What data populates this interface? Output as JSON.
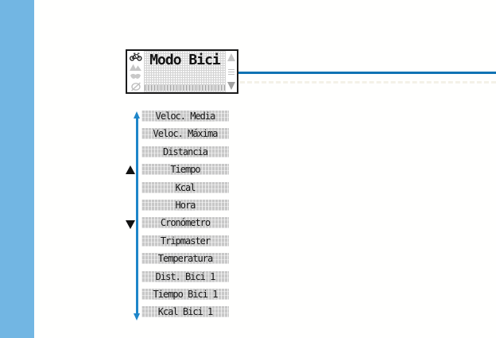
{
  "device_screen": {
    "title": "Modo Bici",
    "sidebar_icons": [
      "bike-icon",
      "mountains-icon",
      "hands-icon",
      "compass-icon"
    ],
    "scrollbar": {
      "up_icon": "scroll-up-icon",
      "down_icon": "scroll-down-icon",
      "thumb": "scroll-thumb"
    }
  },
  "callout": {
    "line": "horizontal-callout-line"
  },
  "menu": {
    "range_arrow": "vertical-double-arrow",
    "up_indicator": "black-up-triangle",
    "down_indicator": "black-down-triangle",
    "items": [
      "Veloc. Media",
      "Veloc. Máxima",
      "Distancia",
      "Tiempo",
      "Kcal",
      "Hora",
      "Cronómetro",
      "Tripmaster",
      "Temperatura",
      "Dist. Bici 1",
      "Tiempo Bici 1",
      "Kcal Bici 1"
    ]
  },
  "colors": {
    "sidebar_blue": "#72B6E3",
    "callout_blue": "#1173B4",
    "arrow_blue": "#1E86C9",
    "row_gray": "#C8C8C8",
    "lcd_dark": "#1A1A1A"
  }
}
